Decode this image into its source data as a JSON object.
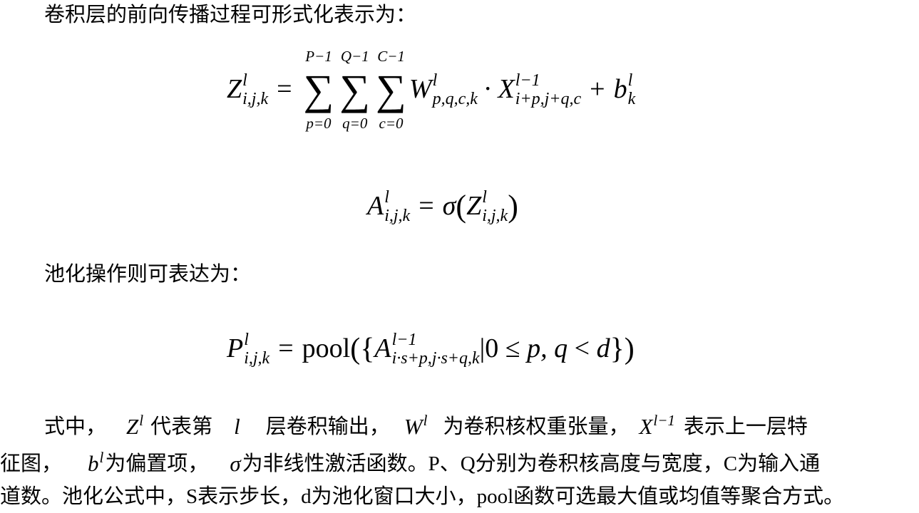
{
  "intro_text": "卷积层的前向传播过程可形式化表示为：",
  "eq1": {
    "lhs": "Z",
    "lhs_sup": "l",
    "lhs_sub": "i,j,k",
    "equals": "=",
    "sums": [
      {
        "upper": "P−1",
        "lower": "p=0"
      },
      {
        "upper": "Q−1",
        "lower": "q=0"
      },
      {
        "upper": "C−1",
        "lower": "c=0"
      }
    ],
    "sigma": "∑",
    "w": "W",
    "w_sup": "l",
    "w_sub": "p,q,c,k",
    "dot": "·",
    "x": "X",
    "x_sup": "l−1",
    "x_sub": "i+p,j+q,c",
    "plus": "+",
    "b": "b",
    "b_sup": "l",
    "b_sub": "k"
  },
  "eq2": {
    "lhs": "A",
    "lhs_sup": "l",
    "lhs_sub": "i,j,k",
    "equals": "=",
    "fn": "σ",
    "open": "(",
    "z": "Z",
    "z_sup": "l",
    "z_sub": "i,j,k",
    "close": ")"
  },
  "pool_intro": "池化操作则可表达为：",
  "eq3": {
    "lhs": "P",
    "lhs_sup": "l",
    "lhs_sub": "i,j,k",
    "equals": "=",
    "fn": "pool",
    "open": "({",
    "a": "A",
    "a_sup": "l−1",
    "a_sub": "i·s+p,j·s+q,k",
    "cond": "|0 ≤ ",
    "pq": "p, q",
    "lt": " < ",
    "d": "d",
    "close": "})"
  },
  "paragraph": {
    "l1_a": "式中，",
    "z": "Z",
    "z_sup": "l",
    "l1_b": "代表第",
    "l": "l",
    "l1_c": "层卷积输出，",
    "w": "W",
    "w_sup": "l",
    "l1_d": "为卷积核权重张量，",
    "x": "X",
    "x_sup": "l−1",
    "l1_e": "表示上一层特",
    "l2_a": "征图，",
    "b": "b",
    "b_sup": "l",
    "l2_b": "为偏置项，",
    "sigma": "σ",
    "l2_c": "为非线性激活函数。P、Q分别为卷积核高度与宽度，C为输入通",
    "l3": "道数。池化公式中，S表示步长，d为池化窗口大小，pool函数可选最大值或均值等聚合方式。"
  }
}
